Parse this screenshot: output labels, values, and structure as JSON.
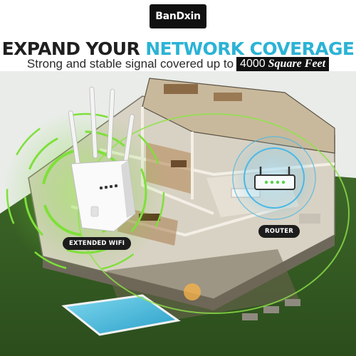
{
  "brand": {
    "logo_text": "BanDxin"
  },
  "headline": {
    "part1": "EXPAND YOUR ",
    "part2": "NETWORK COVERAGE"
  },
  "subheadline": {
    "text": "Strong and stable signal covered up to",
    "area_value": "4000",
    "area_unit": "Square Feet"
  },
  "labels": {
    "extended_wifi": "EXTENDED WIFI",
    "router": "ROUTER"
  },
  "colors": {
    "accent": "#2bb3d6",
    "headline_dark": "#1f1f1f",
    "signal_green": "#7ee03a",
    "signal_blue": "#4ab8e6",
    "badge_bg": "#111111"
  },
  "icons": [
    "wifi-extender-icon",
    "router-icon",
    "wifi-signal-waves-icon"
  ]
}
